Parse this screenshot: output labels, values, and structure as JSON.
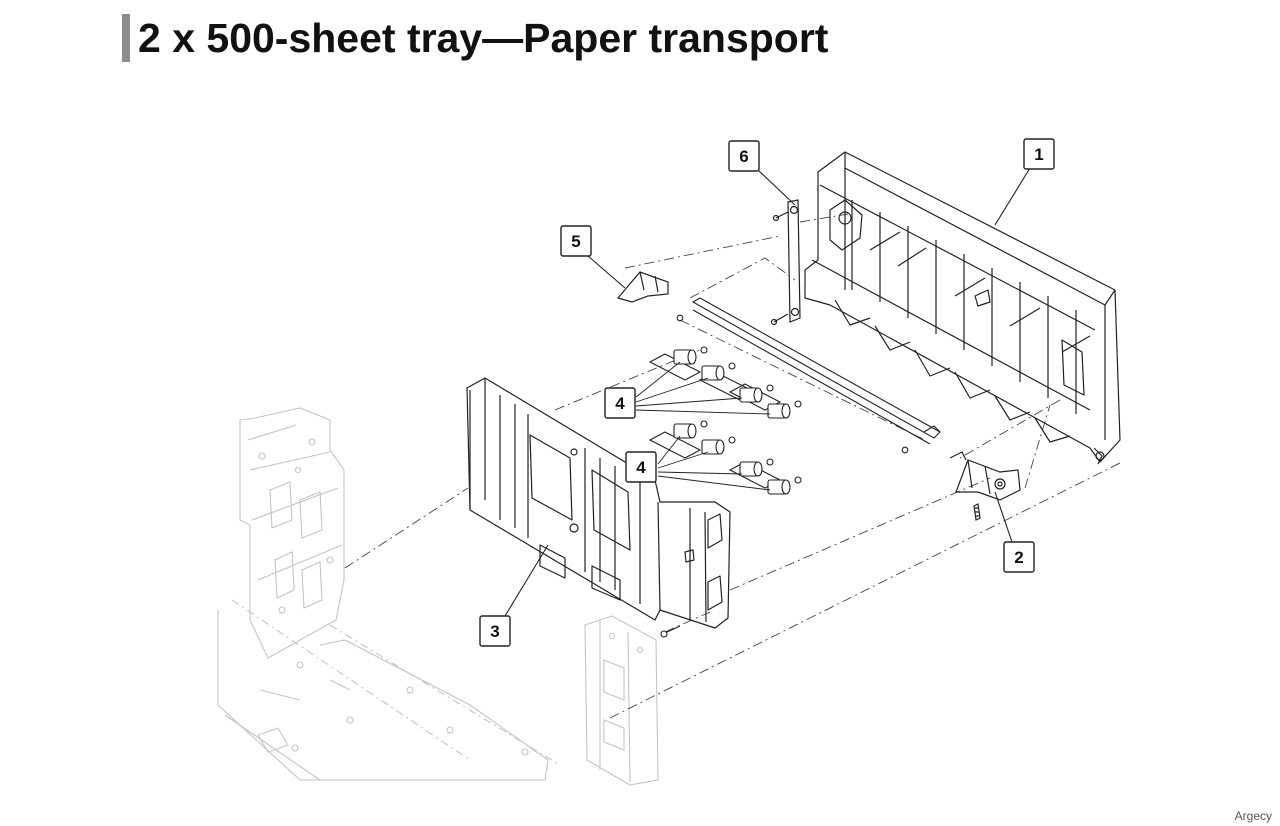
{
  "title": "2 x 500-sheet tray—Paper transport",
  "footer": {
    "brand": "Argecy"
  },
  "callouts": {
    "c1": "1",
    "c2": "2",
    "c3": "3",
    "c4a": "4",
    "c4b": "4",
    "c5": "5",
    "c6": "6"
  },
  "colors": {
    "title_accent_bar": "#8c8c8c",
    "line_art": "#222222",
    "ghost_art": "#c4c4c4"
  }
}
